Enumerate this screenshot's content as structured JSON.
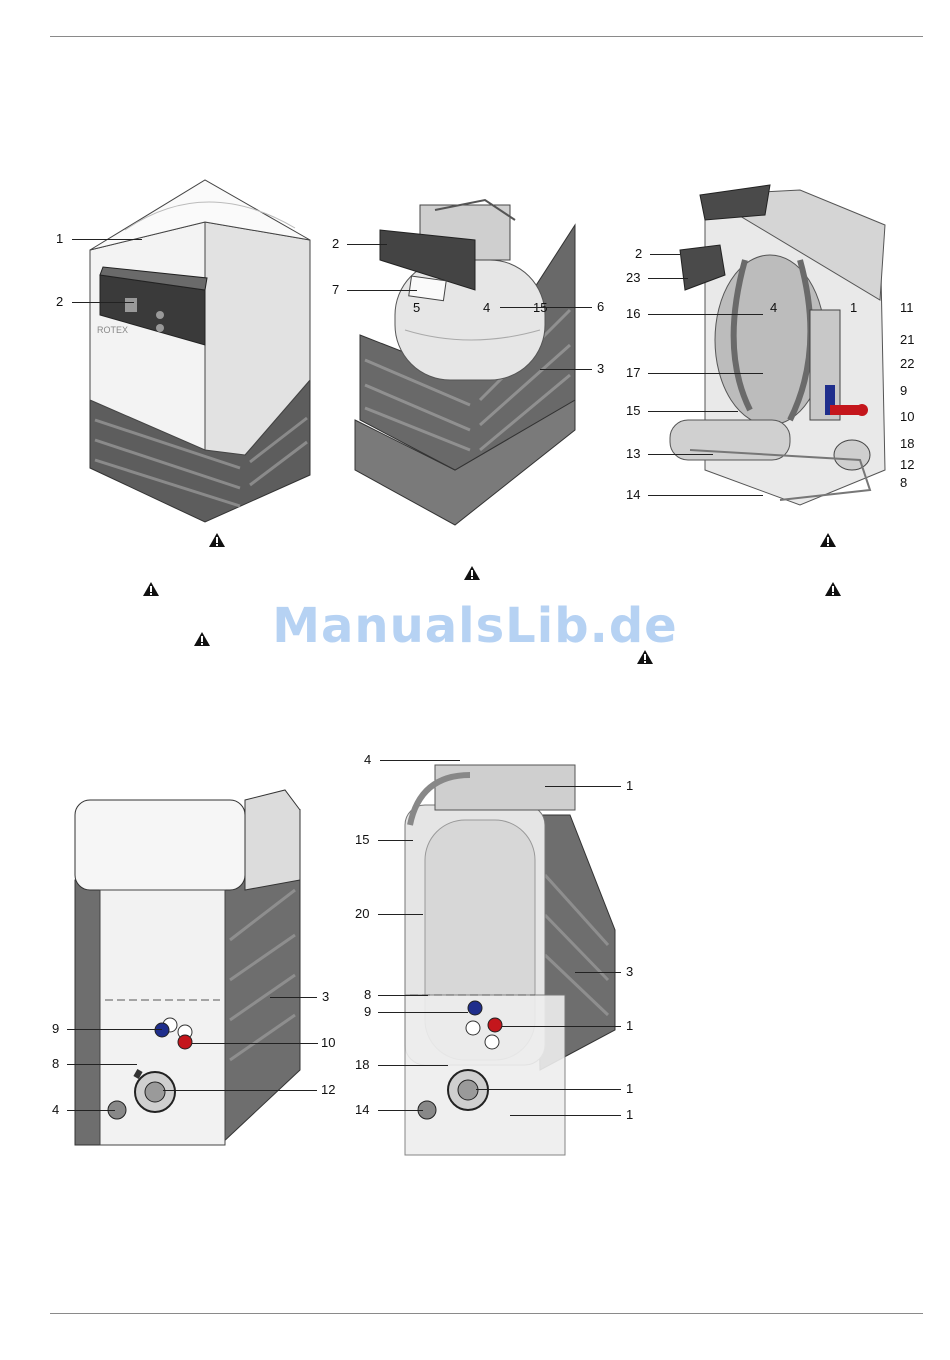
{
  "watermark": "ManualsLib.de",
  "figure1": {
    "labels": [
      "1",
      "2"
    ],
    "brand": "ROTEX"
  },
  "figure2": {
    "labels": [
      "5",
      "4",
      "15",
      "2",
      "7",
      "6",
      "3"
    ]
  },
  "figure3": {
    "labels": [
      "4",
      "1",
      "2",
      "23",
      "11",
      "16",
      "21",
      "22",
      "17",
      "9",
      "15",
      "10",
      "18",
      "13",
      "12",
      "14",
      "8"
    ]
  },
  "figure4": {
    "labels": [
      "3",
      "9",
      "10",
      "8",
      "12",
      "4"
    ]
  },
  "figure5": {
    "labels": [
      "4",
      "1",
      "15",
      "20",
      "3",
      "8",
      "9",
      "1",
      "18",
      "1",
      "14",
      "1"
    ]
  },
  "colors": {
    "blue_port": "#1f2e8c",
    "red_port": "#c4161c",
    "casing_gray": "#6e6e6e",
    "cover_white": "#f4f4f4",
    "watermark": "#9ec3ef"
  }
}
